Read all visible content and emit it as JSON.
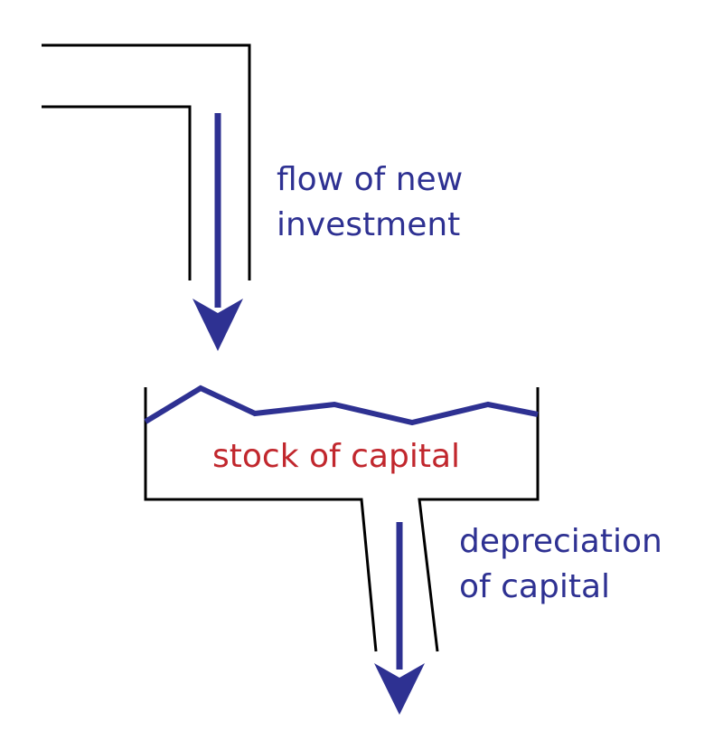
{
  "labels": {
    "inflow_line1": "flow of new",
    "inflow_line2": "investment",
    "stock": "stock of capital",
    "outflow_line1": "depreciation",
    "outflow_line2": "of capital"
  },
  "colors": {
    "structure": "#000000",
    "flow": "#2e3192",
    "stock_text": "#c1272d"
  }
}
